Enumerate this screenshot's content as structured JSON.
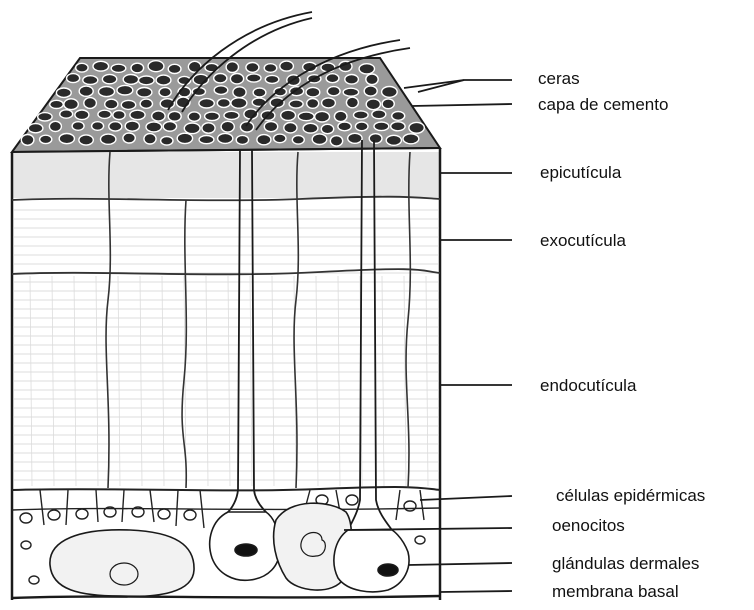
{
  "labels": {
    "ceras": "ceras",
    "capa_de_cemento": "capa de cemento",
    "epicuticula": "epicutícula",
    "exocuticula": "exocutícula",
    "endocuticula": "endocutícula",
    "celulas_epidermicas": "células epidérmicas",
    "oenocitos": "oenocitos",
    "glandulas_dermales": "glándulas dermales",
    "membrana_basal": "membrana basal"
  },
  "colors": {
    "ink": "#1a1a1a",
    "epicuticle_band": "#e6e6e6",
    "wax_cells": "#2a2a2a",
    "background": "#ffffff"
  }
}
